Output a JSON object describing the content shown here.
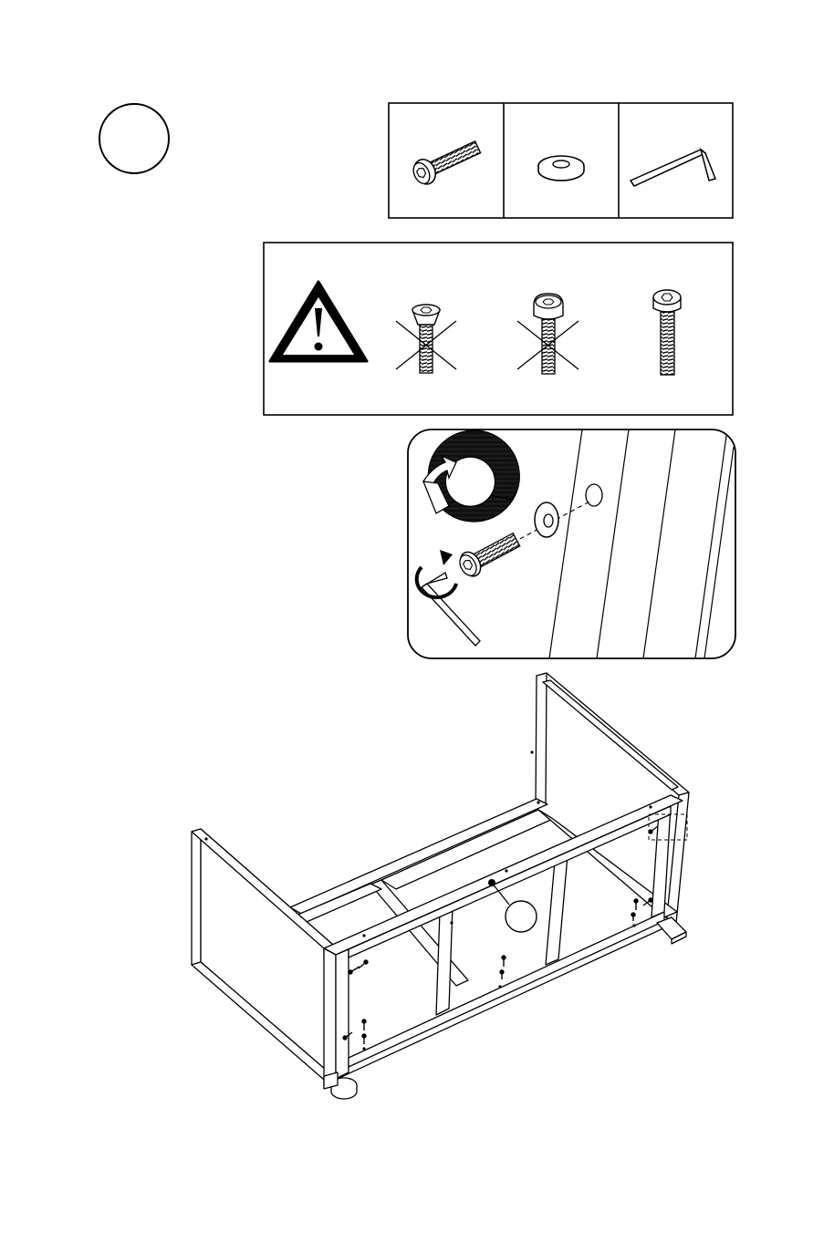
{
  "step": {
    "number": "",
    "callout_label": ""
  },
  "hardware": [
    {
      "icon": "hex-bolt-icon"
    },
    {
      "icon": "washer-icon"
    },
    {
      "icon": "allen-key-icon"
    }
  ],
  "warning": {
    "icon": "warning-icon",
    "bolts": [
      {
        "icon": "countersunk-bolt-icon",
        "status": "wrong"
      },
      {
        "icon": "round-head-bolt-icon",
        "status": "wrong"
      },
      {
        "icon": "flat-head-bolt-icon",
        "status": "correct"
      }
    ]
  },
  "detail": {
    "rotation": "clockwise",
    "icons": [
      "rotation-arrow-icon",
      "tighten-arrow-icon",
      "allen-key-icon",
      "hex-bolt-icon",
      "washer-icon"
    ]
  },
  "colors": {
    "line": "#000000",
    "background": "#ffffff"
  }
}
